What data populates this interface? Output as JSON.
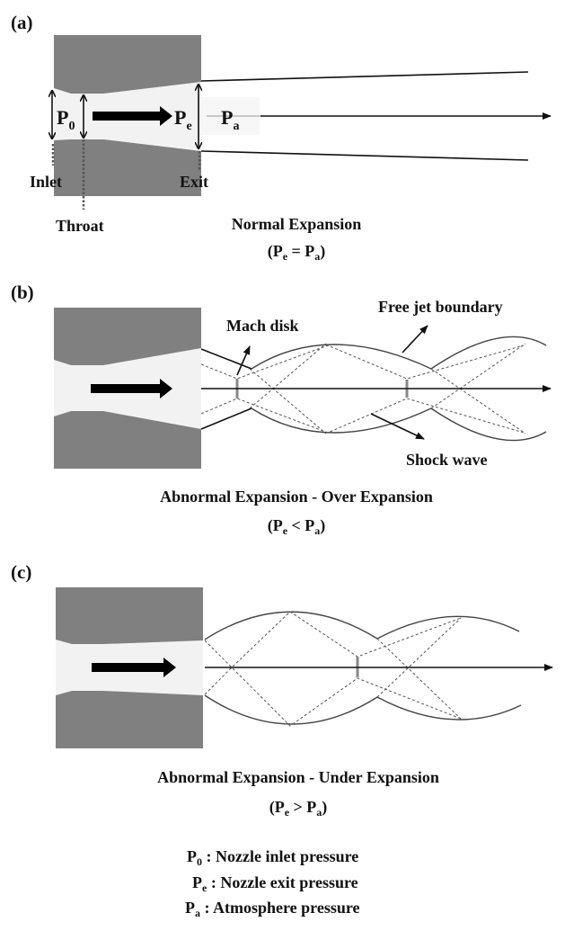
{
  "panel_a": {
    "label": "(a)",
    "p0": [
      "P",
      "0"
    ],
    "pe": [
      "P",
      "e"
    ],
    "pa": [
      "P",
      "a"
    ],
    "inlet": "Inlet",
    "throat": "Throat",
    "exit": "Exit",
    "title": "Normal Expansion",
    "condition": [
      "(P",
      "e",
      " = P",
      "a",
      ")"
    ]
  },
  "panel_b": {
    "label": "(b)",
    "mach_disk": "Mach disk",
    "free_jet": "Free jet boundary",
    "shock_wave": "Shock wave",
    "title": "Abnormal Expansion - Over Expansion",
    "condition": [
      "(P",
      "e",
      " < P",
      "a",
      ")"
    ]
  },
  "panel_c": {
    "label": "(c)",
    "title": "Abnormal Expansion - Under Expansion",
    "condition": [
      "(P",
      "e",
      " > P",
      "a",
      ")"
    ]
  },
  "legend": [
    {
      "symbol": "P",
      "sub": "0",
      "text": " : Nozzle inlet pressure"
    },
    {
      "symbol": "P",
      "sub": "e",
      "text": " : Nozzle exit pressure"
    },
    {
      "symbol": "P",
      "sub": "a",
      "text": " : Atmosphere pressure"
    }
  ],
  "colors": {
    "nozzle": "#808080",
    "channel": "#f2f2f2"
  }
}
